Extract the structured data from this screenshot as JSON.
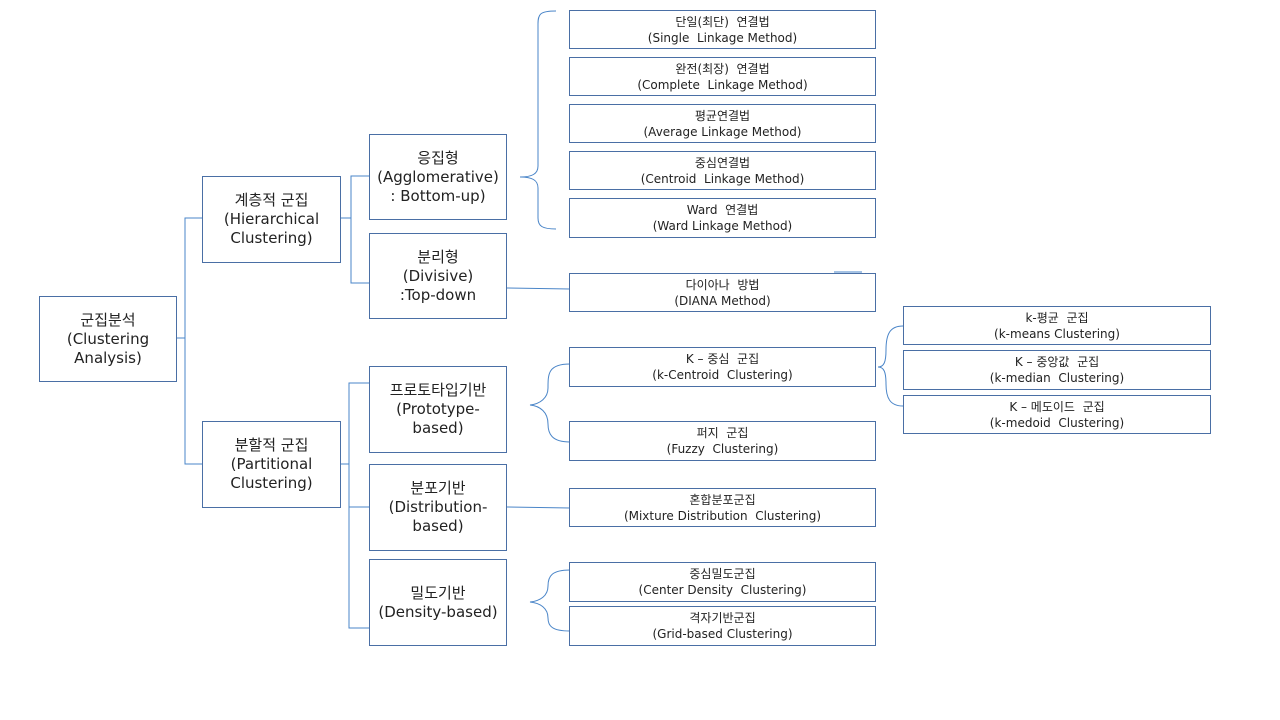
{
  "colors": {
    "line": "#4a85c8",
    "border": "#4a6fa5"
  },
  "root": {
    "line1": "군집분석",
    "line2": "(Clustering",
    "line3": "Analysis)"
  },
  "hier": {
    "line1": "계층적 군집",
    "line2": "(Hierarchical",
    "line3": "Clustering)"
  },
  "part": {
    "line1": "분할적 군집",
    "line2": "(Partitional",
    "line3": "Clustering)"
  },
  "agg": {
    "line1": "응집형",
    "line2": "(Agglomerative)",
    "line3": ": Bottom-up)"
  },
  "div": {
    "line1": "분리형",
    "line2": "(Divisive)",
    "line3": ":Top-down"
  },
  "proto": {
    "line1": "프로토타입기반",
    "line2": "(Prototype-",
    "line3": "based)"
  },
  "dist": {
    "line1": "분포기반",
    "line2": "(Distribution-",
    "line3": "based)"
  },
  "dens": {
    "line1": "밀도기반",
    "line2": "(Density-based)"
  },
  "single": {
    "line1": "단일(최단)  연결법",
    "line2": "(Single  Linkage Method)"
  },
  "complete": {
    "line1": "완전(최장)  연결법",
    "line2": "(Complete  Linkage Method)"
  },
  "average": {
    "line1": "평균연결법",
    "line2": "(Average Linkage Method)"
  },
  "centroid": {
    "line1": "중심연결법",
    "line2": "(Centroid  Linkage Method)"
  },
  "ward": {
    "line1": "Ward  연결법",
    "line2": "(Ward Linkage Method)"
  },
  "diana": {
    "line1": "다이아나  방법",
    "line2": "(DIANA Method)"
  },
  "kcent": {
    "line1": "K – 중심  군집",
    "line2": "(k-Centroid  Clustering)"
  },
  "fuzzy": {
    "line1": "퍼지  군집",
    "line2": "(Fuzzy  Clustering)"
  },
  "mixture": {
    "line1": "혼합분포군집",
    "line2": "(Mixture Distribution  Clustering)"
  },
  "cdens": {
    "line1": "중심밀도군집",
    "line2": "(Center Density  Clustering)"
  },
  "grid": {
    "line1": "격자기반군집",
    "line2": "(Grid-based Clustering)"
  },
  "kmeans": {
    "line1": "k-평균  군집",
    "line2": "(k-means Clustering)"
  },
  "kmedian": {
    "line1": "K – 중앙값  군집",
    "line2": "(k-median  Clustering)"
  },
  "kmedoid": {
    "line1": "K – 메도이드  군집",
    "line2": "(k-medoid  Clustering)"
  }
}
